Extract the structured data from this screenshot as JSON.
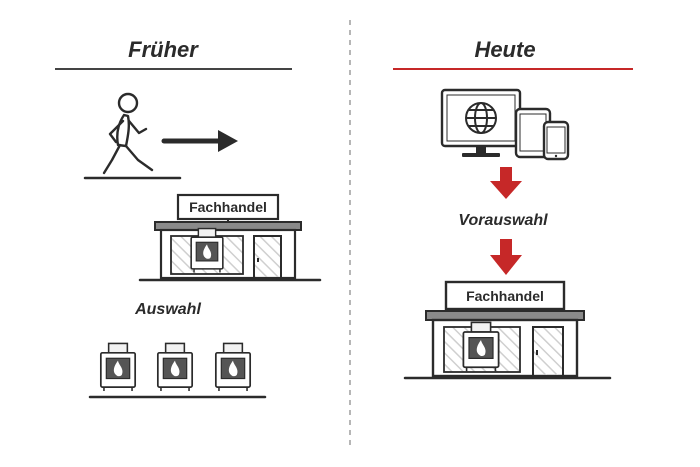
{
  "left": {
    "title": "Früher",
    "shop_sign": "Fachhandel",
    "selection_label": "Auswahl"
  },
  "right": {
    "title": "Heute",
    "preselection_label": "Vorauswahl",
    "shop_sign": "Fachhandel"
  },
  "colors": {
    "ink": "#2b2b2b",
    "accent": "#c62828",
    "divider": "#9e9e9e",
    "left_rule": "#444444"
  },
  "icons": [
    "walking-person-icon",
    "arrow-right-icon",
    "shop-icon",
    "stove-icon",
    "desktop-monitor-icon",
    "globe-icon",
    "tablet-icon",
    "smartphone-icon",
    "arrow-down-icon"
  ]
}
